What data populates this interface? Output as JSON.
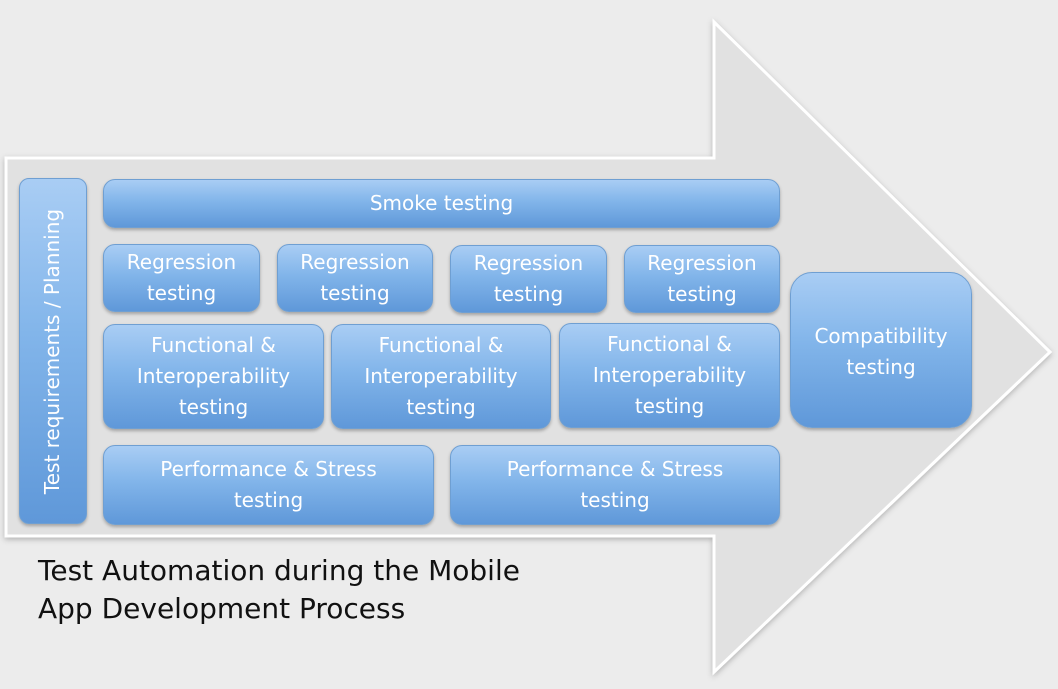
{
  "colors": {
    "background": "#ececec",
    "arrow_fill": "#e1e1e1",
    "arrow_stroke": "#ffffff",
    "box_top": "#a9cdf4",
    "box_bottom": "#5f98d9",
    "text_on_box": "#ffffff",
    "caption_text": "#111111"
  },
  "planning": {
    "label": "Test requirements / Planning"
  },
  "smoke": {
    "label": "Smoke testing"
  },
  "regression": [
    {
      "label": "Regression\ntesting"
    },
    {
      "label": "Regression\ntesting"
    },
    {
      "label": "Regression\ntesting"
    },
    {
      "label": "Regression\ntesting"
    }
  ],
  "functional": [
    {
      "label": "Functional &\nInteroperability\ntesting"
    },
    {
      "label": "Functional &\nInteroperability\ntesting"
    },
    {
      "label": "Functional &\nInteroperability\ntesting"
    }
  ],
  "performance": [
    {
      "label": "Performance & Stress\ntesting"
    },
    {
      "label": "Performance & Stress\ntesting"
    }
  ],
  "compatibility": {
    "label": "Compatibility\ntesting"
  },
  "caption": {
    "text": "Test Automation during the Mobile\nApp Development Process"
  }
}
